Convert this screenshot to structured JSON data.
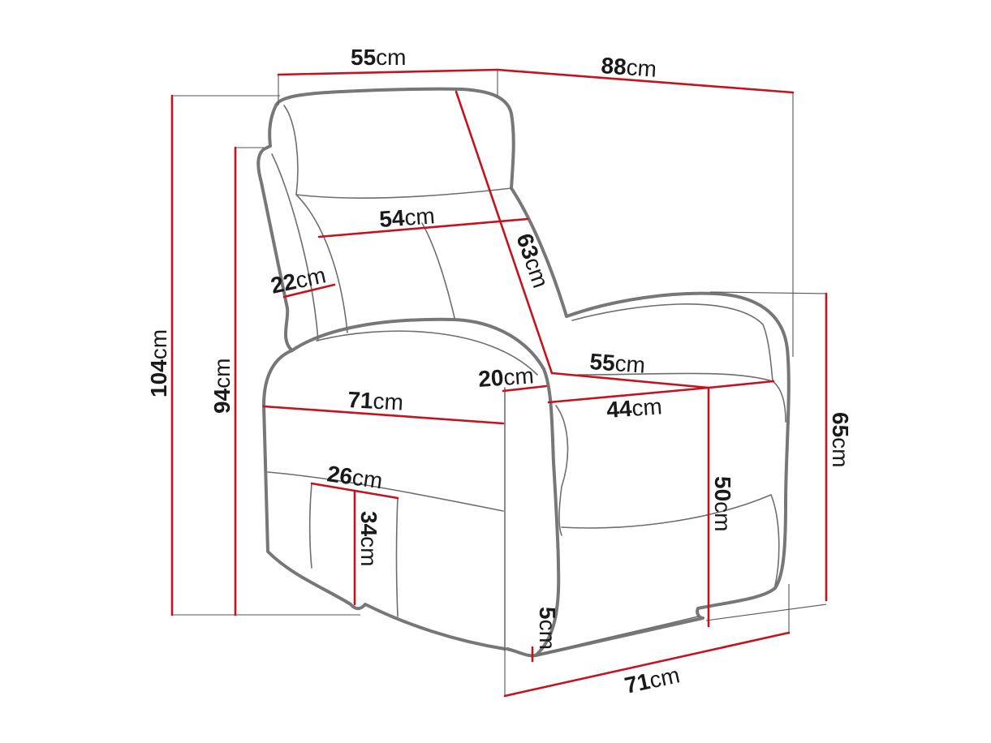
{
  "diagram": {
    "subject": "Recliner armchair dimensions",
    "colors": {
      "dimension_line": "#c4121f",
      "outline": "#777777",
      "extension_line": "#555555",
      "text": "#1a1a1a",
      "background": "#ffffff"
    },
    "unit": "cm",
    "dimensions": {
      "backrest_top_width": {
        "value": "55",
        "unit": "cm",
        "description": "Headrest / back top width"
      },
      "depth_reclined": {
        "value": "88",
        "unit": "cm",
        "description": "Overall depth"
      },
      "backrest_width": {
        "value": "54",
        "unit": "cm",
        "description": "Backrest width"
      },
      "backrest_height": {
        "value": "63",
        "unit": "cm",
        "description": "Backrest height"
      },
      "wing_width": {
        "value": "22",
        "unit": "cm",
        "description": "Side wing width"
      },
      "total_height": {
        "value": "104",
        "unit": "cm",
        "description": "Overall height"
      },
      "back_height": {
        "value": "94",
        "unit": "cm",
        "description": "Back height"
      },
      "total_width_front": {
        "value": "71",
        "unit": "cm",
        "description": "Overall width (front)"
      },
      "armrest_width": {
        "value": "20",
        "unit": "cm",
        "description": "Armrest width"
      },
      "seat_depth": {
        "value": "55",
        "unit": "cm",
        "description": "Seat depth"
      },
      "seat_width": {
        "value": "44",
        "unit": "cm",
        "description": "Seat width"
      },
      "armrest_front_width": {
        "value": "26",
        "unit": "cm",
        "description": "Armrest front panel width"
      },
      "armrest_front_height": {
        "value": "34",
        "unit": "cm",
        "description": "Armrest front panel height"
      },
      "seat_height": {
        "value": "50",
        "unit": "cm",
        "description": "Seat height"
      },
      "armrest_height": {
        "value": "65",
        "unit": "cm",
        "description": "Armrest height"
      },
      "ground_clearance": {
        "value": "5",
        "unit": "cm",
        "description": "Ground clearance"
      },
      "total_width_base": {
        "value": "71",
        "unit": "cm",
        "description": "Overall width (base)"
      }
    }
  }
}
